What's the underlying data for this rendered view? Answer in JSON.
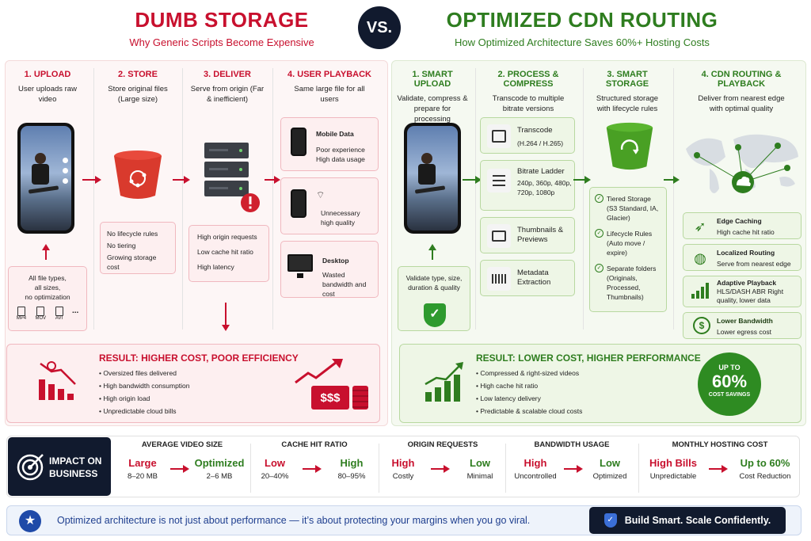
{
  "header": {
    "left_title": "DUMB STORAGE",
    "left_subtitle": "Why Generic Scripts Become Expensive",
    "vs": "VS.",
    "right_title": "OPTIMIZED CDN ROUTING",
    "right_subtitle": "How Optimized Architecture Saves 60%+ Hosting Costs"
  },
  "dumb": {
    "steps": [
      {
        "title": "1. UPLOAD",
        "desc": "User uploads raw video"
      },
      {
        "title": "2. STORE",
        "desc": "Store original files (Large size)"
      },
      {
        "title": "3. DELIVER",
        "desc": "Serve from origin (Far & inefficient)"
      },
      {
        "title": "4. USER PLAYBACK",
        "desc": "Same large file for all users"
      }
    ],
    "upload_note": {
      "lines": [
        "All file types,",
        "all sizes,",
        "no optimization"
      ],
      "formats": [
        "MP4",
        "MOV",
        "AVI",
        "..."
      ]
    },
    "store_issues": [
      "No lifecycle rules",
      "No tiering",
      "Growing storage cost"
    ],
    "deliver_issues": [
      "High origin requests",
      "Low cache hit ratio",
      "High latency"
    ],
    "playback": [
      {
        "title": "Mobile Data",
        "desc": "Poor experience High data usage"
      },
      {
        "title": "",
        "desc": "Unnecessary high quality"
      },
      {
        "title": "Desktop",
        "desc": "Wasted bandwidth and cost"
      }
    ],
    "result": {
      "title": "RESULT: HIGHER COST, POOR EFFICIENCY",
      "items": [
        "Oversized files delivered",
        "High bandwidth consumption",
        "High origin load",
        "Unpredictable cloud bills"
      ],
      "money": "$$$"
    }
  },
  "opt": {
    "steps": [
      {
        "title": "1. SMART UPLOAD",
        "desc": "Validate, compress & prepare for processing"
      },
      {
        "title": "2. PROCESS & COMPRESS",
        "desc": "Transcode to multiple bitrate versions"
      },
      {
        "title": "3. SMART STORAGE",
        "desc": "Structured storage with lifecycle rules"
      },
      {
        "title": "4. CDN ROUTING & PLAYBACK",
        "desc": "Deliver from nearest edge with optimal quality"
      }
    ],
    "upload_note": "Validate type, size, duration & quality",
    "process": [
      {
        "title": "Transcode",
        "desc": "(H.264 / H.265)"
      },
      {
        "title": "Bitrate Ladder",
        "desc": "240p, 360p, 480p, 720p, 1080p"
      },
      {
        "title": "Thumbnails & Previews",
        "desc": ""
      },
      {
        "title": "Metadata Extraction",
        "desc": ""
      }
    ],
    "storage": [
      {
        "title": "Tiered Storage",
        "desc": "(S3 Standard, IA, Glacier)"
      },
      {
        "title": "Lifecycle Rules",
        "desc": "(Auto move / expire)"
      },
      {
        "title": "Separate folders",
        "desc": "(Originals, Processed, Thumbnails)"
      }
    ],
    "cdn": [
      {
        "title": "Edge Caching",
        "desc": "High cache hit ratio"
      },
      {
        "title": "Localized Routing",
        "desc": "Serve from nearest edge"
      },
      {
        "title": "Adaptive Playback",
        "desc": "HLS/DASH ABR Right quality, lower data"
      },
      {
        "title": "Lower Bandwidth",
        "desc": "Lower egress cost"
      }
    ],
    "result": {
      "title": "RESULT: LOWER COST, HIGHER PERFORMANCE",
      "items": [
        "Compressed & right-sized videos",
        "High cache hit ratio",
        "Low latency delivery",
        "Predictable & scalable cloud costs"
      ],
      "badge_top": "UP TO",
      "badge_value": "60%",
      "badge_bottom": "COST SAVINGS"
    }
  },
  "impact": {
    "label": "IMPACT ON BUSINESS",
    "metrics": [
      {
        "title": "AVERAGE VIDEO SIZE",
        "bad": "Large",
        "bad_sub": "8–20 MB",
        "good": "Optimized",
        "good_sub": "2–6 MB"
      },
      {
        "title": "CACHE HIT RATIO",
        "bad": "Low",
        "bad_sub": "20–40%",
        "good": "High",
        "good_sub": "80–95%"
      },
      {
        "title": "ORIGIN REQUESTS",
        "bad": "High",
        "bad_sub": "Costly",
        "good": "Low",
        "good_sub": "Minimal"
      },
      {
        "title": "BANDWIDTH USAGE",
        "bad": "High",
        "bad_sub": "Uncontrolled",
        "good": "Low",
        "good_sub": "Optimized"
      },
      {
        "title": "MONTHLY HOSTING COST",
        "bad": "High Bills",
        "bad_sub": "Unpredictable",
        "good": "Up to 60%",
        "good_sub": "Cost Reduction"
      }
    ]
  },
  "footer": {
    "text": "Optimized architecture is not just about performance — it’s about protecting your margins when you go viral.",
    "cta": "Build Smart. Scale Confidently."
  },
  "colors": {
    "red": "#c8102e",
    "green": "#2e7d1f",
    "navy": "#111a2e"
  }
}
